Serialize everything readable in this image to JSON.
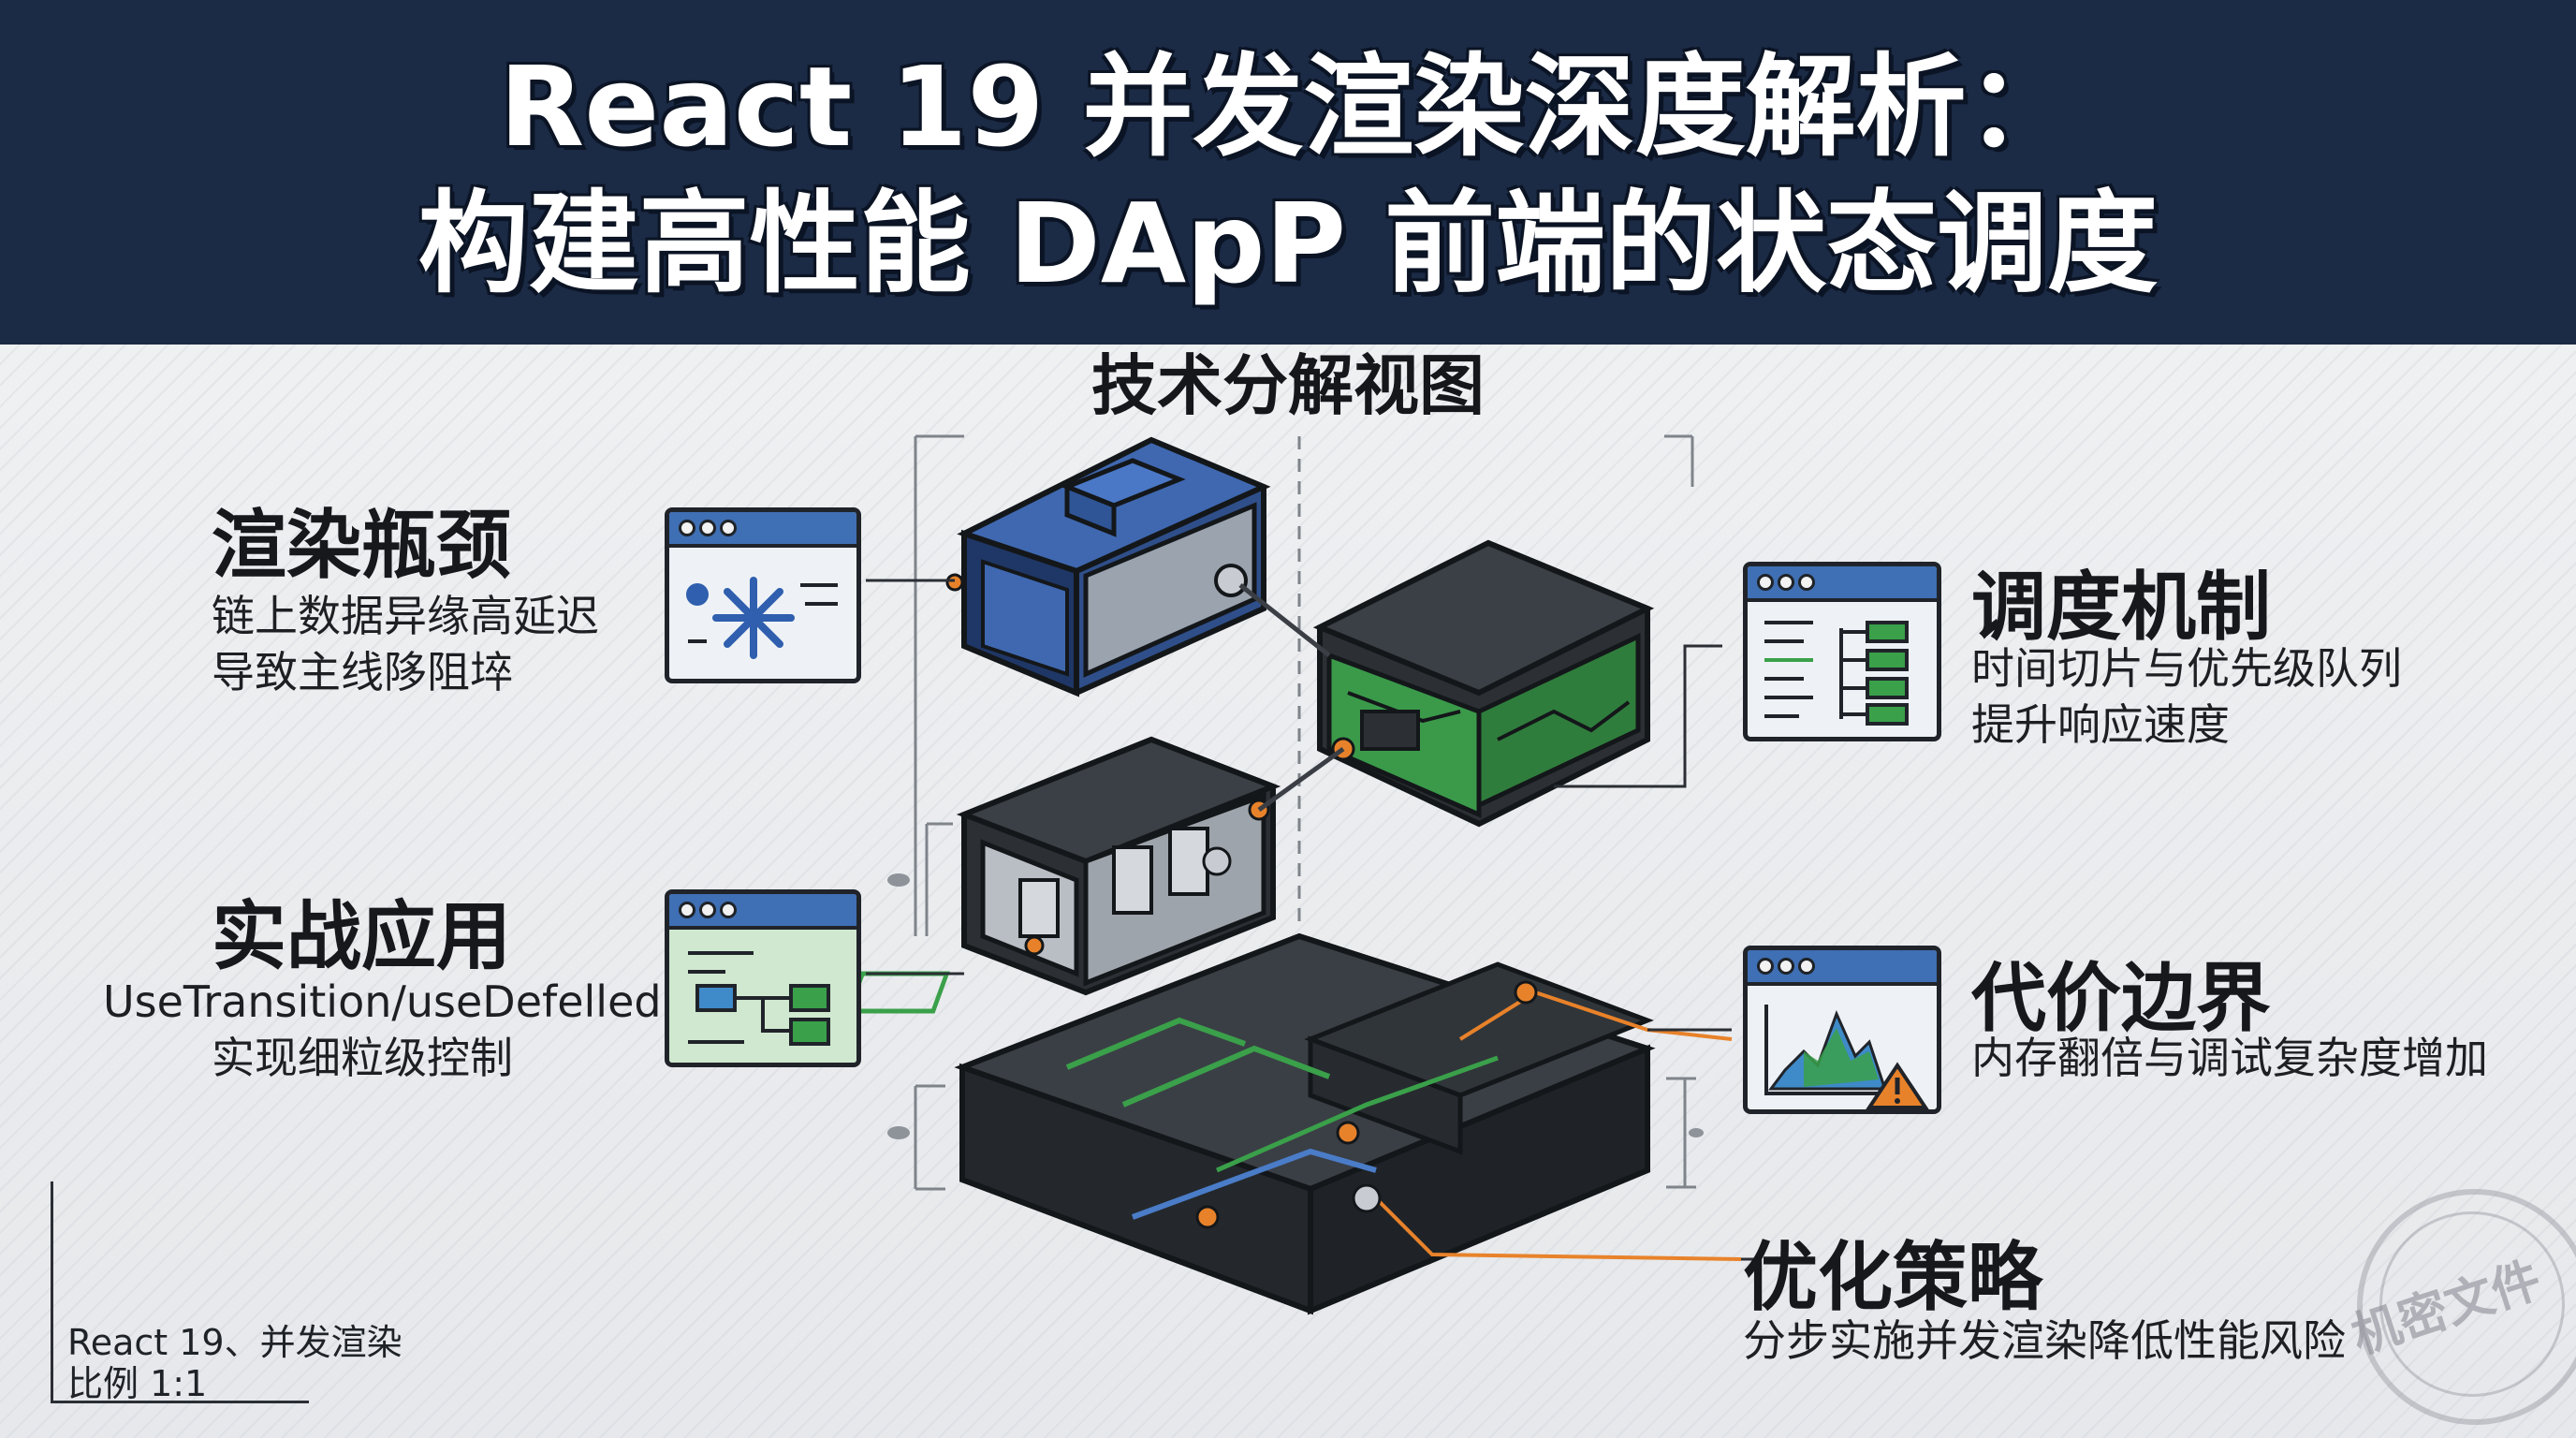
{
  "header": {
    "title_line1": "React 19 并发渲染深度解析：",
    "title_line2": "构建高性能 DApP 前端的状态调度"
  },
  "subtitle": "技术分解视图",
  "sections": {
    "bottleneck": {
      "title": "渲染瓶颈",
      "desc1": "链上数据异缘高延迟",
      "desc2": "导致主线陊阻埣"
    },
    "practice": {
      "title": "实战应用",
      "desc1": "UseTransition/useDefelled",
      "desc2": "实现细粒级控制"
    },
    "scheduling": {
      "title": "调度机制",
      "desc1": "时间切片与优先级队列",
      "desc2": "提升响应速度"
    },
    "cost": {
      "title": "代价边界",
      "desc1": "内存翻倍与调试复杂度增加"
    },
    "optimize": {
      "title": "优化策略",
      "desc1": "分步实施并发渲染降低性能风险"
    }
  },
  "footnote": {
    "line1": "React 19、并发渲染",
    "line2": "比例 1:1"
  },
  "stamp": {
    "text": "机密文件"
  },
  "colors": {
    "header_bg": "#1b2a45",
    "blue_module": "#3f68b0",
    "green_module": "#3a9a4a",
    "dark_module": "#2f3337",
    "accent_orange": "#e8822a"
  },
  "icons": {
    "bottleneck": "asterisk-window-icon",
    "practice": "flow-window-icon",
    "scheduling": "queue-window-icon",
    "cost": "chart-warning-window-icon"
  }
}
